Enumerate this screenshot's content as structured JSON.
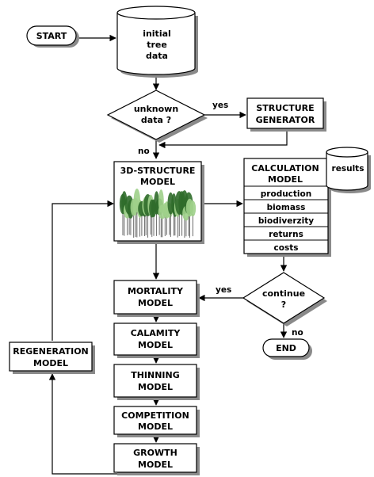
{
  "nodes": {
    "start": "START",
    "initial_data": [
      "initial",
      "tree",
      "data"
    ],
    "unknown_data": [
      "unknown",
      "data ?"
    ],
    "structure_generator": [
      "STRUCTURE",
      "GENERATOR"
    ],
    "structure_model": [
      "3D-STRUCTURE",
      "MODEL"
    ],
    "calculation_model": [
      "CALCULATION",
      "MODEL"
    ],
    "calculation_rows": [
      "production",
      "biomass",
      "biodiverzity",
      "returns",
      "costs"
    ],
    "results": "results",
    "continue": [
      "continue",
      "?"
    ],
    "end": "END",
    "mortality": [
      "MORTALITY",
      "MODEL"
    ],
    "calamity": [
      "CALAMITY",
      "MODEL"
    ],
    "thinning": [
      "THINNING",
      "MODEL"
    ],
    "competition": [
      "COMPETITION",
      "MODEL"
    ],
    "growth": [
      "GROWTH",
      "MODEL"
    ],
    "regeneration": [
      "REGENERATION",
      "MODEL"
    ]
  },
  "edge_labels": {
    "unknown_yes": "yes",
    "unknown_no": "no",
    "continue_yes": "yes",
    "continue_no": "no"
  },
  "colors": {
    "line": "#000000",
    "shadow": "#8a8a8a",
    "forest_dark": "#2f6b2a",
    "forest_light": "#9fd08a"
  }
}
